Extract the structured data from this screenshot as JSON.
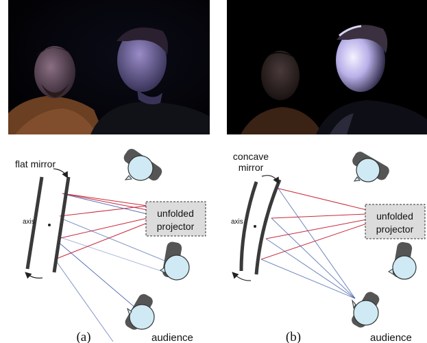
{
  "panel_a": {
    "caption": "(a)",
    "mirror_label": "flat mirror",
    "axis_label": "axis",
    "projector_label": [
      "unfolded",
      "projector"
    ],
    "audience_label": "audience"
  },
  "panel_b": {
    "caption": "(b)",
    "mirror_label": [
      "concave",
      "mirror"
    ],
    "axis_label": "axis",
    "projector_label": [
      "unfolded",
      "projector"
    ],
    "audience_label": "audience"
  },
  "colors": {
    "mirror": "#3a3a3a",
    "ray_red": "#c8283c",
    "ray_blue": "#2f4fa0",
    "head_fill": "#cfeaf5",
    "head_body": "#555555",
    "projector_fill": "#dcdcdc"
  }
}
